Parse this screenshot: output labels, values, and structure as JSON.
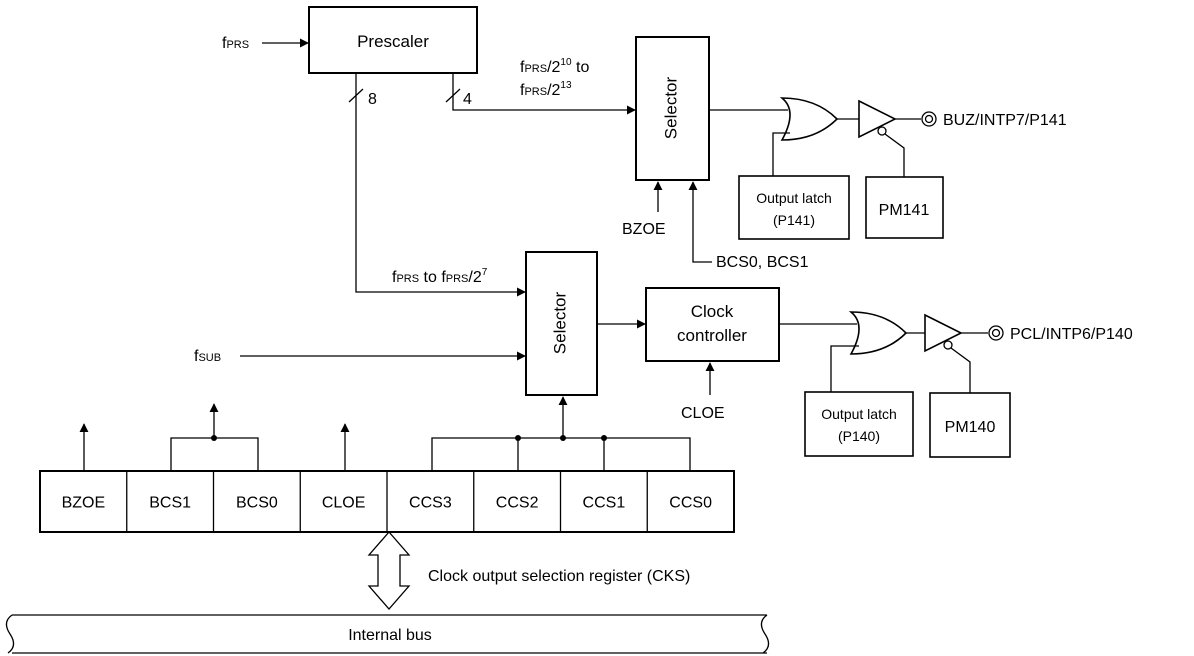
{
  "inputs": {
    "fprs_f": "f",
    "fprs_sub": "PRS",
    "fsub_f": "f",
    "fsub_sub": "SUB"
  },
  "prescaler": {
    "label": "Prescaler",
    "bus8": "8",
    "bus4": "4"
  },
  "buz_freq": {
    "line1_f": "f",
    "line1_sub": "PRS",
    "line1_div": "/2",
    "line1_exp": "10",
    "line1_tail": " to",
    "line2_f": "f",
    "line2_sub": "PRS",
    "line2_div": "/2",
    "line2_exp": "13"
  },
  "pcl_freq": {
    "f1": "f",
    "sub1": "PRS",
    "mid": " to f",
    "sub2": "PRS",
    "div": "/2",
    "exp": "7"
  },
  "selector_top": {
    "label": "Selector"
  },
  "selector_bottom": {
    "label": "Selector"
  },
  "clock_controller": {
    "line1": "Clock",
    "line2": "controller"
  },
  "signals": {
    "bzoe": "BZOE",
    "bcs": "BCS0, BCS1",
    "cloe": "CLOE"
  },
  "latch_p141": {
    "line1": "Output latch",
    "line2": "(P141)"
  },
  "pm141": {
    "label": "PM141"
  },
  "latch_p140": {
    "line1": "Output latch",
    "line2": "(P140)"
  },
  "pm140": {
    "label": "PM140"
  },
  "pins": {
    "buz": "BUZ/INTP7/P141",
    "pcl": "PCL/INTP6/P140"
  },
  "register": {
    "cells": [
      "BZOE",
      "BCS1",
      "BCS0",
      "CLOE",
      "CCS3",
      "CCS2",
      "CCS1",
      "CCS0"
    ],
    "name": "Clock output selection register (CKS)"
  },
  "internal_bus": {
    "label": "Internal bus"
  }
}
